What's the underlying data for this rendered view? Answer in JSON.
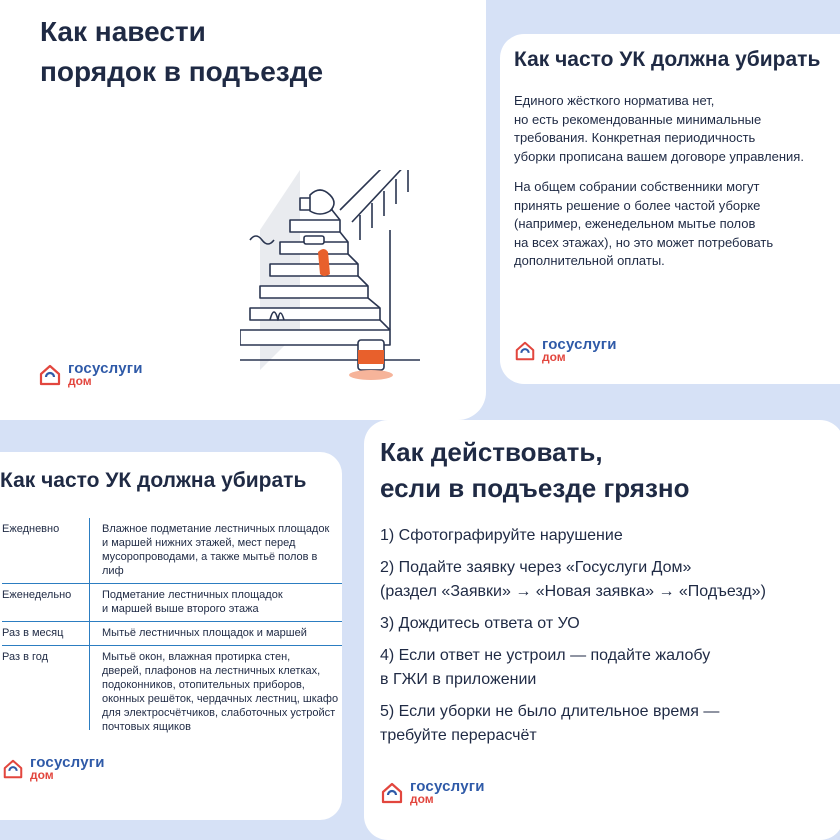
{
  "card1": {
    "title_line1": "Как навести",
    "title_line2": "порядок в подъезде",
    "logo": {
      "line1": "госуслуги",
      "line2": "дом"
    },
    "illustration_icon": "staircase-cleaning-illustration"
  },
  "card2": {
    "title": "Как часто УК должна убирать",
    "para1": "Единого жёсткого норматива нет,\nно есть рекомендованные минимальные\nтребования. Конкретная периодичность\nуборки прописана вашем договоре управления.",
    "para2": "На общем собрании собственники могут\nпринять решение о более частой уборке\n(например, еженедельном мытье полов\nна всех этажах), но это может потребовать\nдополнительной оплаты.",
    "logo": {
      "line1": "госуслуги",
      "line2": "дом"
    }
  },
  "card3": {
    "title": "Как часто УК должна убирать",
    "rows": [
      {
        "period": "Ежедневно",
        "text": "Влажное подметание лестничных площадок\nи маршей нижних этажей, мест перед\nмусоропроводами, а также мытьё полов в лиф"
      },
      {
        "period": "Еженедельно",
        "text": "Подметание лестничных площадок\nи маршей выше второго этажа"
      },
      {
        "period": "Раз в месяц",
        "text": "Мытьё лестничных площадок и маршей"
      },
      {
        "period": "Раз в год",
        "text": "Мытьё окон, влажная протирка стен,\nдверей, плафонов на лестничных клетках,\nподоконников, отопительных приборов,\nоконных решёток, чердачных лестниц, шкафо\nдля электросчётчиков, слаботочных устройст\nпочтовых ящиков"
      }
    ],
    "logo": {
      "line1": "госуслуги",
      "line2": "дом"
    }
  },
  "card4": {
    "title_line1": "Как действовать,",
    "title_line2": "если в подъезде грязно",
    "steps": [
      "1) Сфотографируйте нарушение",
      "2) Подайте заявку через «Госуслуги Дом»\n(раздел «Заявки» → «Новая заявка» → «Подъезд»)",
      "3) Дождитесь ответа от УО",
      "4) Если ответ не устроил — подайте жалобу\nв ГЖИ в приложении",
      "5) Если уборки не было длительное время —\nтребуйте перерасчёт"
    ],
    "logo": {
      "line1": "госуслуги",
      "line2": "дом"
    }
  },
  "colors": {
    "background": "#d6e1f6",
    "text": "#1f2a44",
    "brand_blue": "#2f5aa8",
    "brand_red": "#e2463e",
    "table_line": "#2c7dc1",
    "stain": "#e8602c"
  }
}
